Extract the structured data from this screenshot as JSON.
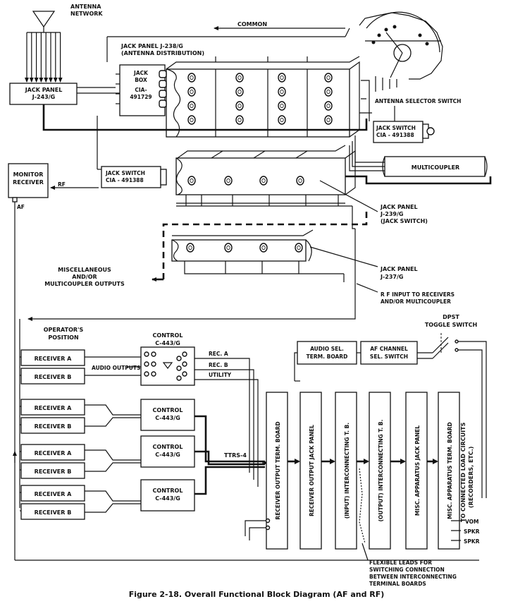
{
  "labels": {
    "antenna_network": [
      "ANTENNA",
      "NETWORK"
    ],
    "common": "COMMON",
    "jp238": [
      "JACK PANEL  J-238/G",
      "(ANTENNA DISTRIBUTION)"
    ],
    "jack_box": [
      "JACK",
      "BOX",
      "CIA-",
      "491729"
    ],
    "jp243": [
      "JACK PANEL",
      "J-243/G"
    ],
    "antenna_selector": "ANTENNA SELECTOR SWITCH",
    "jack_switch_right": [
      "JACK SWITCH",
      "CIA - 491388"
    ],
    "monitor_receiver": [
      "MONITOR",
      "RECEIVER"
    ],
    "rf": "RF",
    "af": "AF",
    "jack_switch_left": [
      "JACK SWITCH",
      "CIA - 491388"
    ],
    "multicoupler": "MULTICOUPLER",
    "jp239": [
      "JACK PANEL",
      "J-239/G",
      "(JACK SWITCH)"
    ],
    "jp237": [
      "JACK PANEL",
      "J-237/G"
    ],
    "misc_outputs": [
      "MISCELLANEOUS",
      "AND/OR",
      "MULTICOUPLER OUTPUTS"
    ],
    "rf_input": [
      "R F INPUT TO RECEIVERS",
      "AND/OR MULTICOUPLER"
    ],
    "operators_position": [
      "OPERATOR'S",
      "POSITION"
    ],
    "control_top": [
      "CONTROL",
      "C-443/G"
    ],
    "receiver_a": "RECEIVER  A",
    "receiver_b": "RECEIVER  B",
    "audio_outputs": "AUDIO OUTPUTS",
    "rec_a": "REC. A",
    "rec_b": "REC. B",
    "utility": "UTILITY",
    "control_box": [
      "CONTROL",
      "C-443/G"
    ],
    "ttrs": "TTRS-4",
    "audio_sel": [
      "AUDIO SEL.",
      "TERM. BOARD"
    ],
    "af_channel": [
      "AF CHANNEL",
      "SEL. SWITCH"
    ],
    "dpst": [
      "DPST",
      "TOGGLE SWITCH"
    ],
    "col_recv_term": "RECEIVER  OUTPUT  TERM. BOARD",
    "col_recv_jack": "RECEIVER  OUTPUT  JACK  PANEL",
    "col_input_ic": "(INPUT)  INTERCONNECTING    T. B.",
    "col_output_ic": "(OUTPUT)  INTERCONNECTING   T. B.",
    "col_misc_jack": "MISC.  APPARATUS  JACK  PANEL",
    "col_misc_term": "MISC.  APPARATUS    TERM.  BOARD",
    "load_circuits": [
      "TO CONNECTED LOAD CIRCUITS",
      "(RECORDERS, ETC.)"
    ],
    "vom": "VOM",
    "spkr1": "SPKR",
    "spkr2": "SPKR",
    "flexible": [
      "FLEXIBLE LEADS FOR",
      "SWITCHING  CONNECTION",
      "BETWEEN  INTERCONNECTING",
      "TERMINAL BOARDS"
    ]
  },
  "caption": "Figure 2-18.   Overall Functional Block Diagram (AF and RF)"
}
